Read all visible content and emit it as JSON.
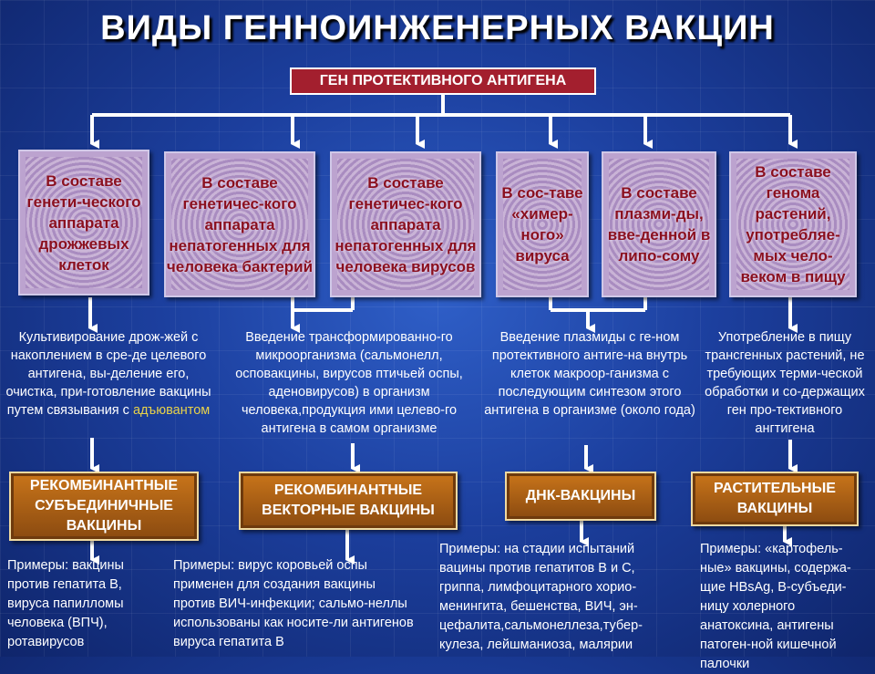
{
  "title": "ВИДЫ ГЕННОИНЖЕНЕРНЫХ ВАКЦИН",
  "gene": "ГЕН ПРОТЕКТИВНОГО АНТИГЕНА",
  "routes": [
    "В составе генети-ческого аппарата дрожжевых клеток",
    "В составе генетичес-кого аппарата непатогенных для человека бактерий",
    "В составе генетичес-кого аппарата непатогенных для человека вирусов",
    "В сос-таве «химер-ного» вируса",
    "В составе плазми-ды, вве-денной в липо-сому",
    "В составе генома растений, употребляе-мых чело-веком в пищу"
  ],
  "descriptions": {
    "yeast": "Культивирование дрож-жей с накоплением в сре-де целевого антигена, вы-деление его, очистка, при-готовление вакцины путем связывания с ",
    "yeast_adjuvant": "адъювантом",
    "vector": "Введение трансформированно-го микроорганизма (сальмонелл, осповакцины, вирусов птичьей оспы, аденовирусов) в организм человека,продукция ими целево-го антигена в самом организме",
    "dna": "Введение плазмиды с ге-ном протективного антиге-на внутрь клеток макроор-ганизма с последующим синтезом этого антигена в организме (около года)",
    "plant": "Употребление в пищу трансгенных растений, не требующих терми-ческой обработки и со-держащих ген про-тективного ангтигена"
  },
  "vaccines": {
    "subunit": "РЕКОМБИНАНТНЫЕ СУБЪЕДИНИЧНЫЕ ВАКЦИНЫ",
    "vector": "РЕКОМБИНАНТНЫЕ ВЕКТОРНЫЕ ВАКЦИНЫ",
    "dna": "ДНК-ВАКЦИНЫ",
    "plant": "РАСТИТЕЛЬНЫЕ ВАКЦИНЫ"
  },
  "examples": {
    "subunit": "Примеры: вакцины против гепатита В, вируса папилломы человека (ВПЧ), ротавирусов",
    "vector": "Примеры: вирус коровьей оспы применен для создания вакцины против ВИЧ-инфекции; сальмо-неллы использованы как носите-ли антигенов вируса гепатита В",
    "dna": "Примеры: на стадии испытаний вацины против гепатитов В и С, гриппа, лимфоцитарного хорио-менингита, бешенства, ВИЧ, эн-цефалита,сальмонеллеза,тубер-кулеза, лейшманиоза, малярии",
    "plant": "Примеры: «картофель-ные» вакцины, содержа-щие HBsAg, В-субъеди-ницу холерного анатоксина, антигены патоген-ной кишечной палочки"
  },
  "colors": {
    "background": "#1c3f9e",
    "gene_box": "#a31f2e",
    "route_text": "#8a0f1e",
    "vaccine_box": "#c9751a",
    "adjuvant_text": "#e8d24a"
  }
}
